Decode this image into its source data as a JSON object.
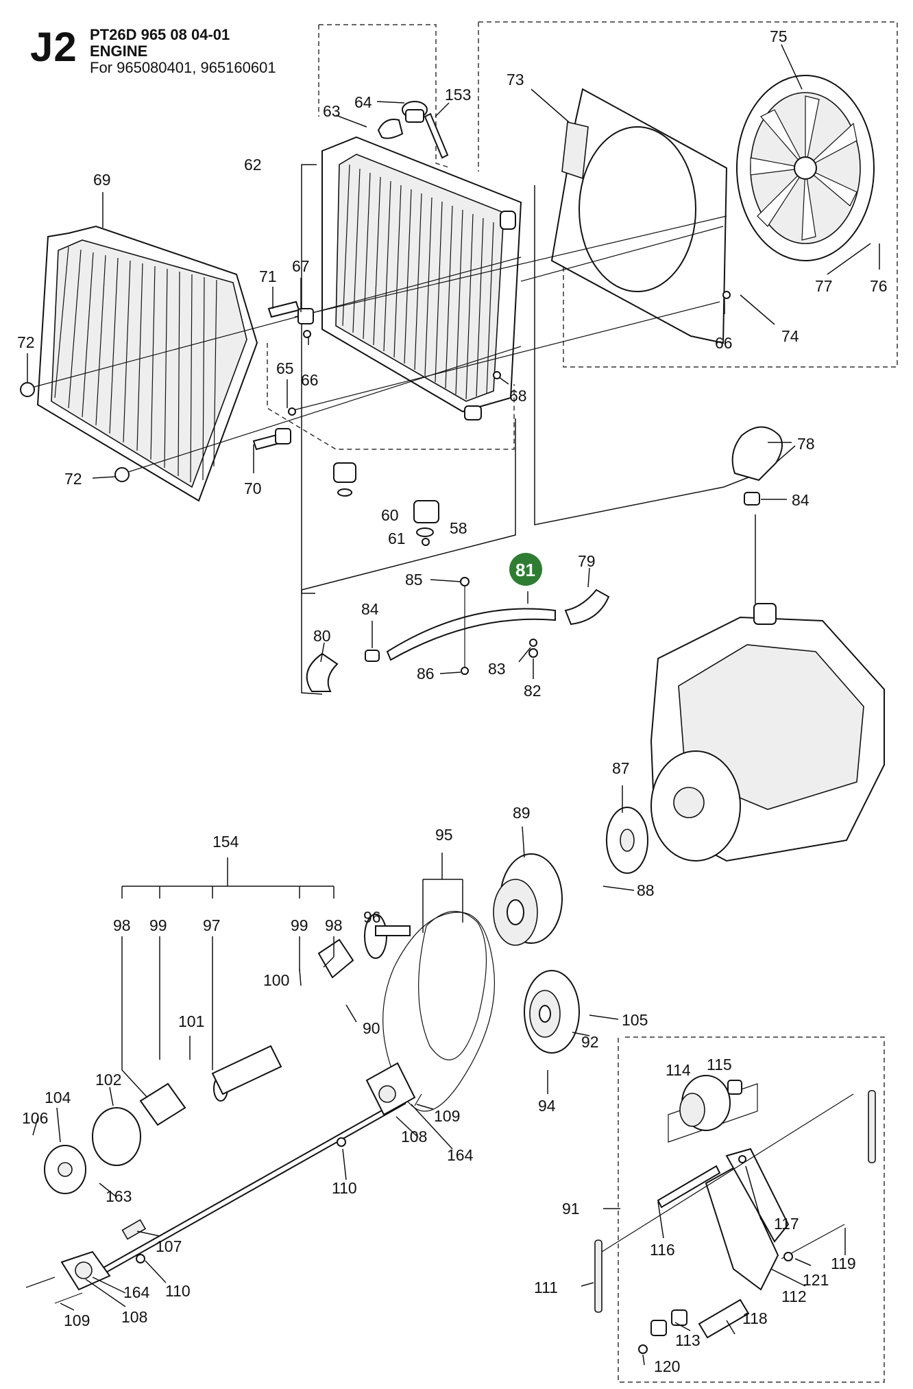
{
  "header": {
    "section_code": "J2",
    "model_line": "PT26D 965 08 04-01",
    "section_title": "ENGINE",
    "serials": "For 965080401, 965160601"
  },
  "highlight_color": "#2e7d32",
  "callouts": {
    "c153": "153",
    "c64": "64",
    "c63": "63",
    "c62": "62",
    "c73": "73",
    "c75": "75",
    "c69": "69",
    "c71": "71",
    "c67": "67",
    "c72a": "72",
    "c66a": "66",
    "c65": "65",
    "c68": "68",
    "c66b": "66",
    "c74": "74",
    "c77": "77",
    "c76": "76",
    "c72b": "72",
    "c70": "70",
    "c60": "60",
    "c58": "58",
    "c61": "61",
    "c78": "78",
    "c84a": "84",
    "c85": "85",
    "c81": "81",
    "c79": "79",
    "c84b": "84",
    "c80": "80",
    "c86": "86",
    "c83": "83",
    "c82": "82",
    "c87": "87",
    "c89": "89",
    "c95": "95",
    "c154": "154",
    "c88": "88",
    "c98a": "98",
    "c99a": "99",
    "c97": "97",
    "c99b": "99",
    "c98b": "98",
    "c96": "96",
    "c100": "100",
    "c90": "90",
    "c101": "101",
    "c105": "105",
    "c92": "92",
    "c94": "94",
    "c102": "102",
    "c104": "104",
    "c106": "106",
    "c109a": "109",
    "c108a": "108",
    "c164a": "164",
    "c110a": "110",
    "c163": "163",
    "c114": "114",
    "c115": "115",
    "c107": "107",
    "c117": "117",
    "c91": "91",
    "c116": "116",
    "c110b": "110",
    "c164b": "164",
    "c119": "119",
    "c111": "111",
    "c121": "121",
    "c112": "112",
    "c108b": "108",
    "c109b": "109",
    "c118": "118",
    "c113": "113",
    "c120": "120"
  }
}
